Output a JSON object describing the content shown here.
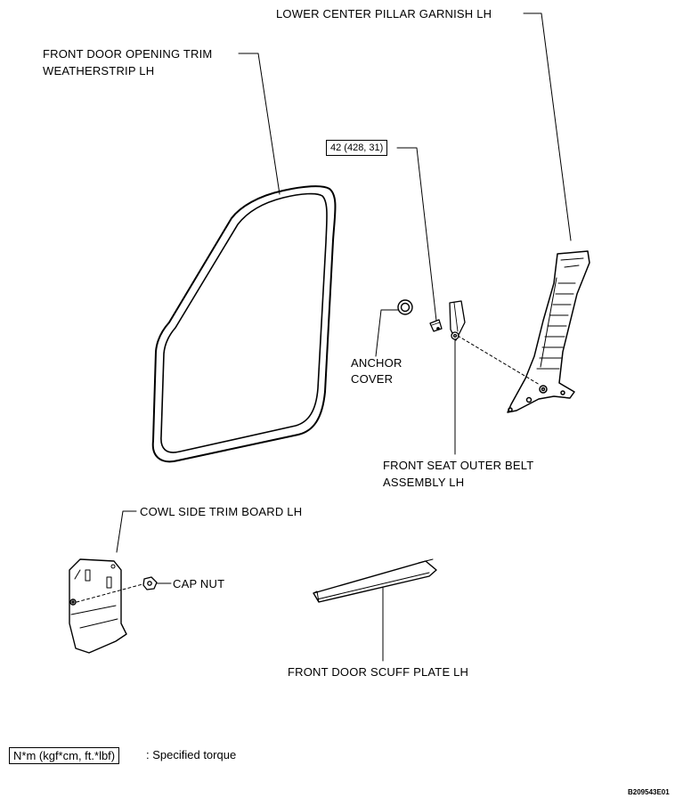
{
  "labels": {
    "lower_center_pillar_garnish": "LOWER CENTER PILLAR GARNISH LH",
    "front_door_opening_trim_line1": "FRONT DOOR OPENING TRIM",
    "front_door_opening_trim_line2": "WEATHERSTRIP LH",
    "anchor_cover_line1": "ANCHOR",
    "anchor_cover_line2": "COVER",
    "front_seat_belt_line1": "FRONT SEAT OUTER BELT",
    "front_seat_belt_line2": "ASSEMBLY LH",
    "cowl_side_trim_board": "COWL SIDE TRIM BOARD LH",
    "cap_nut": "CAP NUT",
    "front_door_scuff_plate": "FRONT DOOR SCUFF PLATE LH"
  },
  "torque": {
    "value": "42 (428, 31)"
  },
  "legend": {
    "box_text": "N*m (kgf*cm, ft.*lbf)",
    "description": ": Specified torque"
  },
  "figure_code": "B209543E01"
}
